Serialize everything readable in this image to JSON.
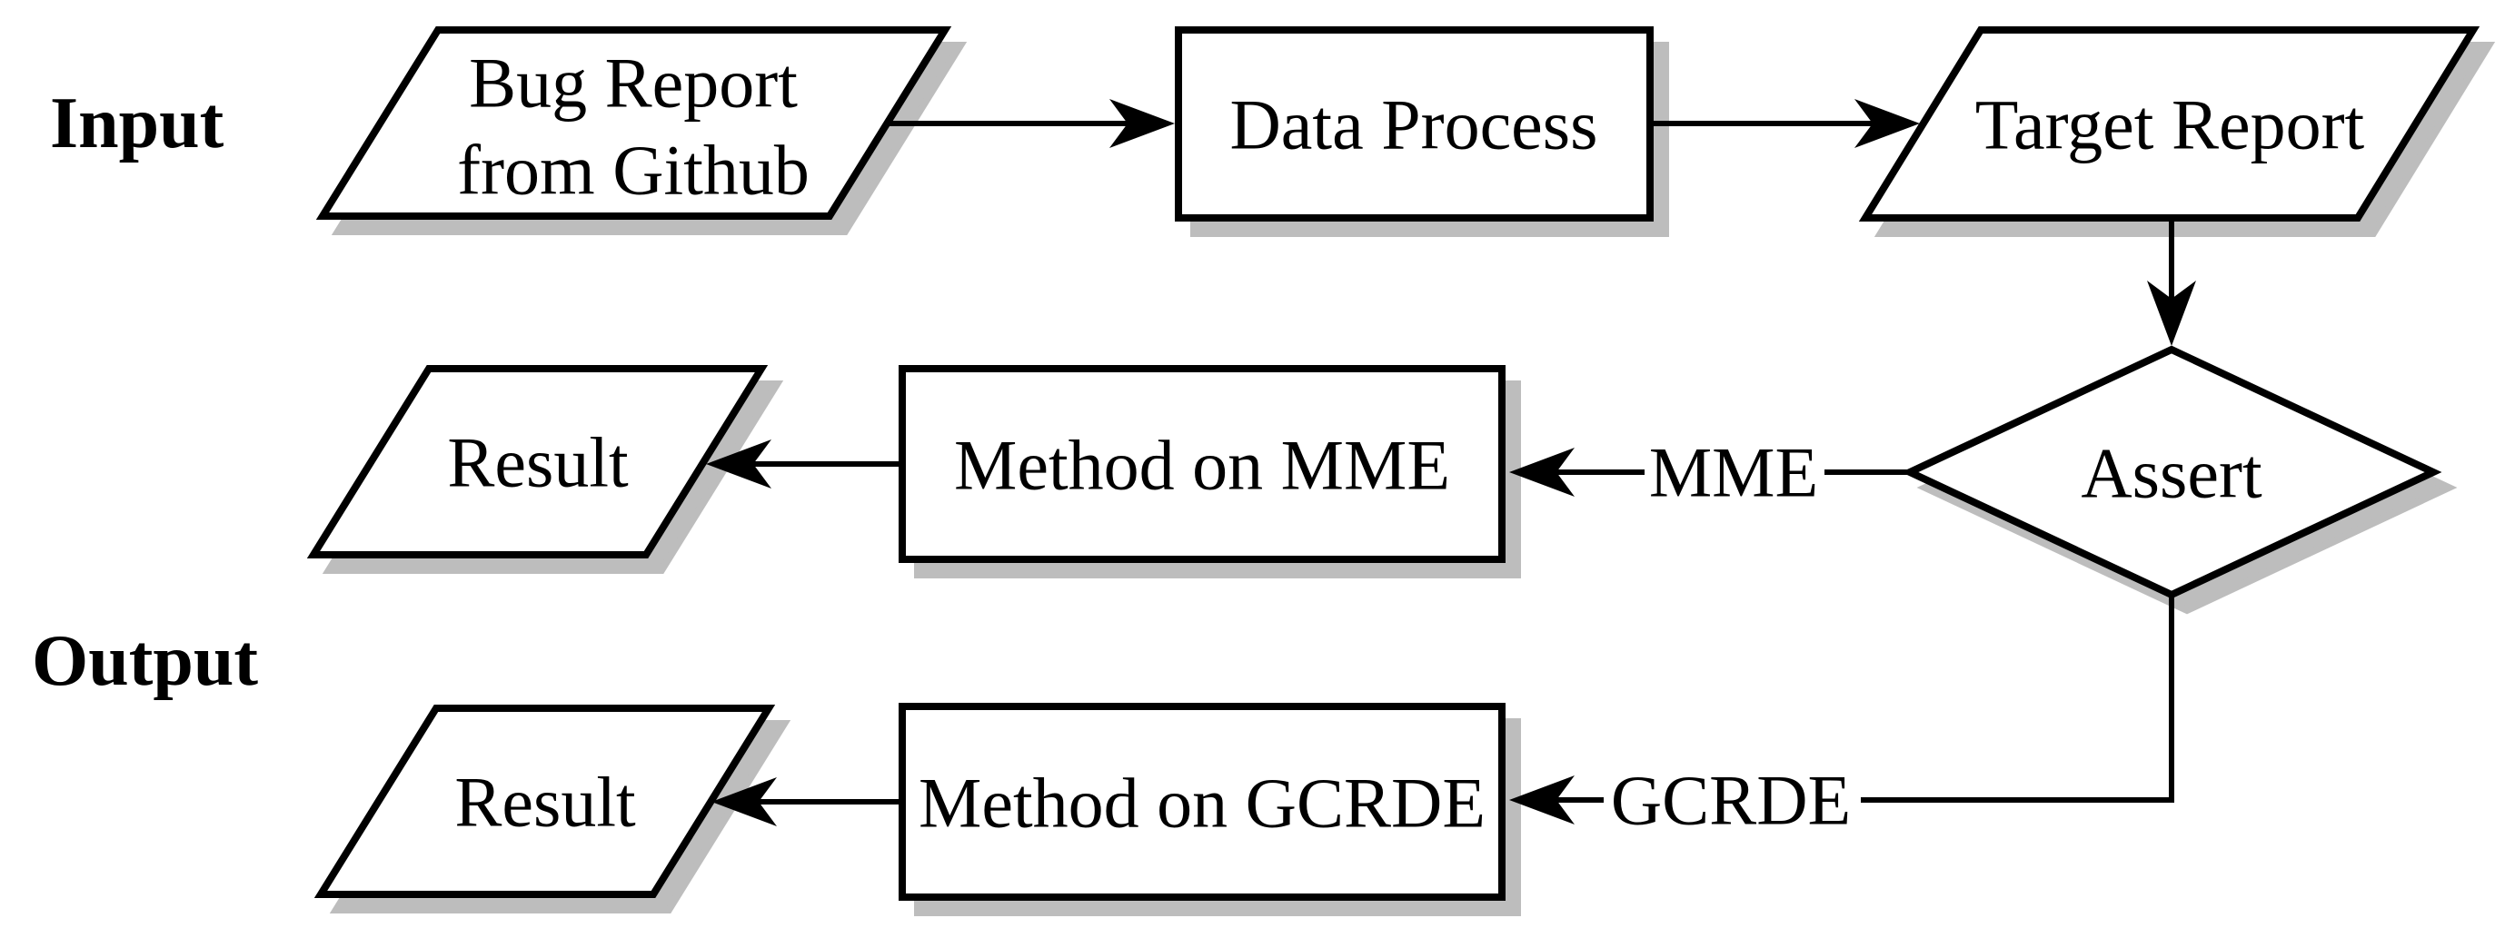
{
  "diagram": {
    "row_labels": {
      "input": "Input",
      "output": "Output"
    },
    "nodes": {
      "bug_report": {
        "shape": "parallelogram",
        "lines": [
          "Bug Report",
          "from Github"
        ]
      },
      "data_process": {
        "shape": "process-rect",
        "label": "Data Process"
      },
      "target_report": {
        "shape": "parallelogram",
        "label": "Target Report"
      },
      "assert": {
        "shape": "decision-diamond",
        "label": "Assert"
      },
      "method_mme": {
        "shape": "process-rect",
        "label": "Method on MME"
      },
      "result_mme": {
        "shape": "parallelogram",
        "label": "Result"
      },
      "method_gcrde": {
        "shape": "process-rect",
        "label": "Method on GCRDE"
      },
      "result_gcrde": {
        "shape": "parallelogram",
        "label": "Result"
      }
    },
    "edge_labels": {
      "mme": "MME",
      "gcrde": "GCRDE"
    },
    "edges": [
      {
        "from": "Bug Report from Github",
        "to": "Data Process"
      },
      {
        "from": "Data Process",
        "to": "Target Report"
      },
      {
        "from": "Target Report",
        "to": "Assert"
      },
      {
        "from": "Assert",
        "to": "Method on MME",
        "label": "MME"
      },
      {
        "from": "Method on MME",
        "to": "Result"
      },
      {
        "from": "Assert",
        "to": "Method on GCRDE",
        "label": "GCRDE"
      },
      {
        "from": "Method on GCRDE",
        "to": "Result"
      }
    ],
    "colors": {
      "background": "#ffffff",
      "shape_fill": "#ffffff",
      "stroke": "#000000",
      "shadow": "#bdbdbd",
      "text": "#000000"
    }
  }
}
